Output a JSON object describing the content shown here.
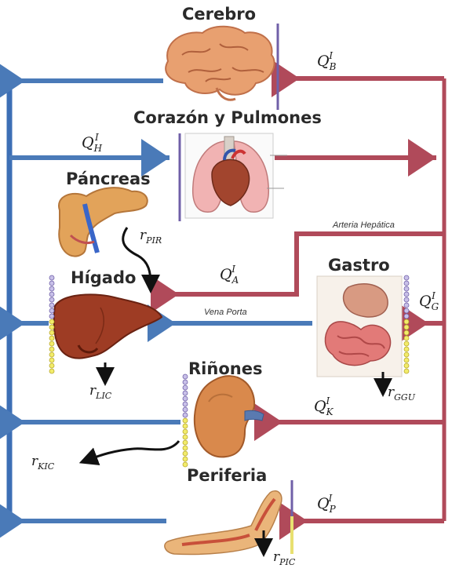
{
  "organs": {
    "brain": "Cerebro",
    "heart_lungs": "Corazón y Pulmones",
    "pancreas": "Páncreas",
    "liver": "Hígado",
    "gut": "Gastro",
    "kidney": "Riñones",
    "periphery": "Periferia"
  },
  "vessels": {
    "hepatic_artery": "Arteria Hepática",
    "portal_vein": "Vena Porta"
  },
  "flows": {
    "brain": {
      "sym": "Q",
      "sup": "I",
      "sub": "B"
    },
    "heart": {
      "sym": "Q",
      "sup": "I",
      "sub": "H"
    },
    "liver": {
      "sym": "Q",
      "sup": "I",
      "sub": "A"
    },
    "gut": {
      "sym": "Q",
      "sup": "I",
      "sub": "G"
    },
    "kidney": {
      "sym": "Q",
      "sup": "I",
      "sub": "K"
    },
    "periphery": {
      "sym": "Q",
      "sup": "I",
      "sub": "P"
    }
  },
  "rates": {
    "pancreas": {
      "sym": "r",
      "sub": "PIR"
    },
    "liver": {
      "sym": "r",
      "sub": "LIC"
    },
    "gut": {
      "sym": "r",
      "sub": "GGU"
    },
    "kidney": {
      "sym": "r",
      "sub": "KIC"
    },
    "periphery": {
      "sym": "r",
      "sub": "PIC"
    }
  },
  "colors": {
    "venous": "#4a7ab8",
    "arterial": "#b04a5a",
    "membrane": "#6b5ba8",
    "interstitial": "#e8e070"
  }
}
